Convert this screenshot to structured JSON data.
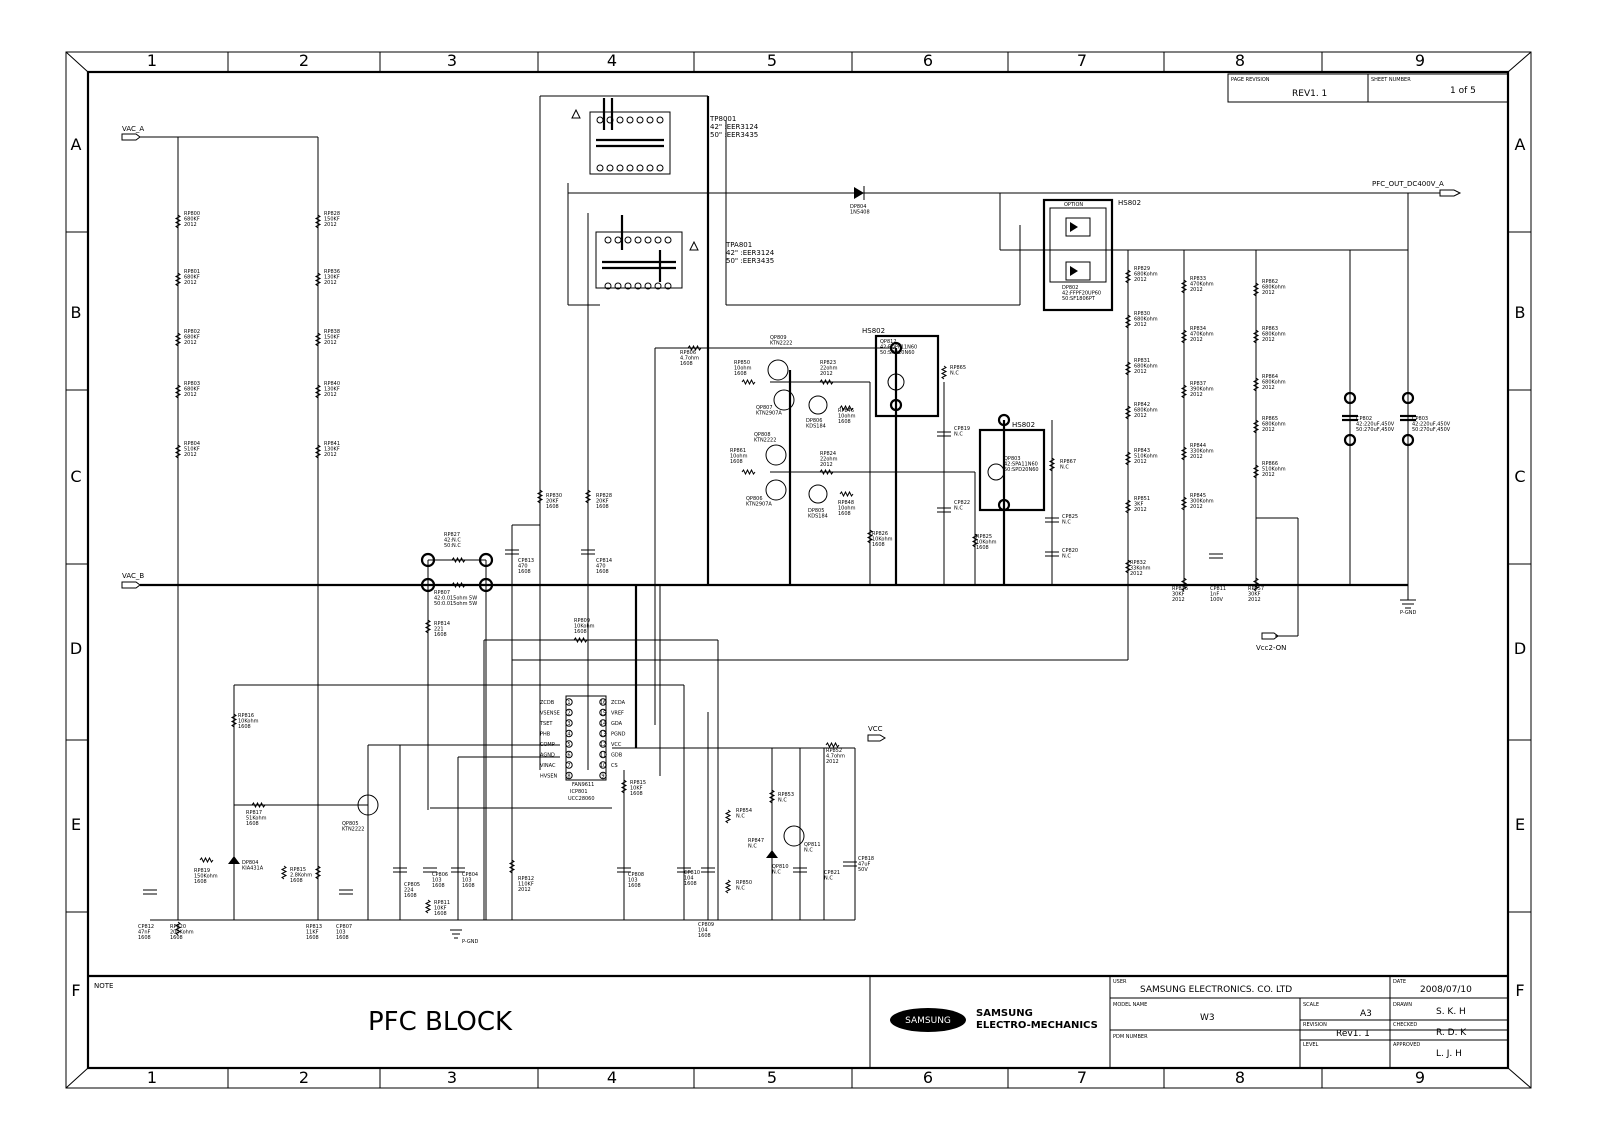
{
  "zones": {
    "columns": [
      "1",
      "2",
      "3",
      "4",
      "5",
      "6",
      "7",
      "8",
      "9"
    ],
    "rows": [
      "A",
      "B",
      "C",
      "D",
      "E",
      "F"
    ]
  },
  "title_block_top": {
    "page_revision_label": "PAGE REVISION",
    "page_revision_value": "REV1. 1",
    "sheet_number_label": "SHEET NUMBER",
    "sheet_number_value": "1 of 5"
  },
  "title_block": {
    "note_label": "NOTE",
    "block_title": "PFC BLOCK",
    "logo_text": "SAMSUNG",
    "company_line1": "SAMSUNG",
    "company_line2": "ELECTRO-MECHANICS",
    "user_label": "USER",
    "user_value": "SAMSUNG ELECTRONICS. CO. LTD",
    "date_label": "DATE",
    "date_value": "2008/07/10",
    "model_label": "MODEL NAME",
    "model_value": "W3",
    "scale_label": "SCALE",
    "scale_value": "A3",
    "drawn_label": "DRAWN",
    "drawn_value": "S. K. H",
    "revision_label": "REVISION",
    "revision_value": "Rev1. 1",
    "checked_label": "CHECKED",
    "checked_value": "R. D. K",
    "pdm_label": "PDM NUMBER",
    "level_label": "LEVEL",
    "approved_label": "APPROVED",
    "approved_value": "L. J. H"
  },
  "nets": {
    "vac_a": "VAC_A",
    "vac_b": "VAC_B",
    "pfc_out": "PFC_OUT_DC400V_A",
    "vcc": "VCC",
    "vcc2_on": "Vcc2-ON",
    "p_gnd": "P-GND"
  },
  "transformers": {
    "tp8001_name": "TP8001",
    "tp8001_v1": "42\" :EER3124",
    "tp8001_v2": "50\" :EER3435",
    "tpa801_name": "TPA801",
    "tpa801_v1": "42\" :EER3124",
    "tpa801_v2": "50\" :EER3435"
  },
  "heatsinks": {
    "hs802_top": "HS802",
    "hs802_mid": "HS802",
    "hs802_low": "HS802",
    "option": "OPTION"
  },
  "ic": {
    "ref": "ICP801",
    "part": "UCC28060",
    "name": "FAN9611",
    "left_pins": [
      "ZCDB",
      "VSENSE",
      "TSET",
      "PHB",
      "COMP",
      "AGND",
      "VINAC",
      "HVSEN"
    ],
    "left_nums": [
      "1",
      "2",
      "3",
      "4",
      "5",
      "6",
      "7",
      "8"
    ],
    "right_pins": [
      "ZCDA",
      "VREF",
      "GDA",
      "PGND",
      "VCC",
      "GDB",
      "CS",
      ""
    ],
    "right_nums": [
      "16",
      "15",
      "14",
      "13",
      "12",
      "11",
      "10",
      "9"
    ]
  },
  "column_resistors": {
    "col1": [
      {
        "ref": "RP800",
        "val": "680KF",
        "pkg": "2012"
      },
      {
        "ref": "RP801",
        "val": "680KF",
        "pkg": "2012"
      },
      {
        "ref": "RP802",
        "val": "680KF",
        "pkg": "2012"
      },
      {
        "ref": "RP803",
        "val": "680KF",
        "pkg": "2012"
      },
      {
        "ref": "RP804",
        "val": "510KF",
        "pkg": "2012"
      }
    ],
    "col2": [
      {
        "ref": "RP828",
        "val": "150KF",
        "pkg": "2012"
      },
      {
        "ref": "RP836",
        "val": "130KF",
        "pkg": "2012"
      },
      {
        "ref": "RP838",
        "val": "150KF",
        "pkg": "2012"
      },
      {
        "ref": "RP840",
        "val": "130KF",
        "pkg": "2012"
      },
      {
        "ref": "RP841",
        "val": "130KF",
        "pkg": "2012"
      }
    ],
    "col8a": [
      {
        "ref": "RP829",
        "val": "680Kohm",
        "pkg": "2012"
      },
      {
        "ref": "RP830",
        "val": "680Kohm",
        "pkg": "2012"
      },
      {
        "ref": "RP831",
        "val": "680Kohm",
        "pkg": "2012"
      },
      {
        "ref": "RP842",
        "val": "680Kohm",
        "pkg": "2012"
      },
      {
        "ref": "RP843",
        "val": "510Kohm",
        "pkg": "2012"
      },
      {
        "ref": "RP851",
        "val": "3KF",
        "pkg": "2012"
      }
    ],
    "col8b": [
      {
        "ref": "RP833",
        "val": "470Kohm",
        "pkg": "2012"
      },
      {
        "ref": "RP834",
        "val": "470Kohm",
        "pkg": "2012"
      },
      {
        "ref": "RP837",
        "val": "390Kohm",
        "pkg": "2012"
      },
      {
        "ref": "RP844",
        "val": "330Kohm",
        "pkg": "2012"
      },
      {
        "ref": "RP845",
        "val": "300Kohm",
        "pkg": "2012"
      }
    ],
    "col8c": [
      {
        "ref": "RP862",
        "val": "680Kohm",
        "pkg": "2012"
      },
      {
        "ref": "RP863",
        "val": "680Kohm",
        "pkg": "2012"
      },
      {
        "ref": "RP864",
        "val": "680Kohm",
        "pkg": "2012"
      },
      {
        "ref": "RP865",
        "val": "680Kohm",
        "pkg": "2012"
      },
      {
        "ref": "RP866",
        "val": "510Kohm",
        "pkg": "2012"
      }
    ]
  },
  "labels": [
    {
      "id": "dp804",
      "lines": [
        "DP804",
        "1N5408"
      ]
    },
    {
      "id": "dp802",
      "lines": [
        "DP802",
        "42:FFPF20UP60",
        "50:SF1806PT"
      ]
    },
    {
      "id": "qp812",
      "lines": [
        "QP812",
        "42:FQPF11N60",
        "50:SPD20N60"
      ]
    },
    {
      "id": "qp803",
      "lines": [
        "QP803",
        "42:SPA11N60",
        "50:SPD20N60"
      ]
    },
    {
      "id": "rp865",
      "lines": [
        "RP865",
        "N.C"
      ]
    },
    {
      "id": "rp867",
      "lines": [
        "RP867",
        "N.C"
      ]
    },
    {
      "id": "qp809",
      "lines": [
        "QP809",
        "KTN2222"
      ]
    },
    {
      "id": "qp807",
      "lines": [
        "QP807",
        "KTN2907A"
      ]
    },
    {
      "id": "qp808",
      "lines": [
        "QP808",
        "KTN2222"
      ]
    },
    {
      "id": "qp806",
      "lines": [
        "QP806",
        "KTN2907A"
      ]
    },
    {
      "id": "rp806",
      "lines": [
        "RP806",
        "4.7ohm",
        "1608"
      ]
    },
    {
      "id": "rp850",
      "lines": [
        "RP850",
        "10ohm",
        "1608"
      ]
    },
    {
      "id": "rp823",
      "lines": [
        "RP823",
        "22ohm",
        "2012"
      ]
    },
    {
      "id": "dp806",
      "lines": [
        "DP806",
        "KDS184"
      ]
    },
    {
      "id": "rp846",
      "lines": [
        "RP846",
        "10ohm",
        "1608"
      ]
    },
    {
      "id": "rp861",
      "lines": [
        "RP861",
        "10ohm",
        "1608"
      ]
    },
    {
      "id": "rp824",
      "lines": [
        "RP824",
        "22ohm",
        "2012"
      ]
    },
    {
      "id": "dp805",
      "lines": [
        "DP805",
        "KDS184"
      ]
    },
    {
      "id": "rp848",
      "lines": [
        "RP848",
        "10ohm",
        "1608"
      ]
    },
    {
      "id": "cp819",
      "lines": [
        "CP819",
        "N.C"
      ]
    },
    {
      "id": "cp822",
      "lines": [
        "CP822",
        "N.C"
      ]
    },
    {
      "id": "rp826",
      "lines": [
        "RP826",
        "10Kohm",
        "1608"
      ]
    },
    {
      "id": "rp825",
      "lines": [
        "RP825",
        "10Kohm",
        "1608"
      ]
    },
    {
      "id": "cp825",
      "lines": [
        "CP825",
        "N.C"
      ]
    },
    {
      "id": "cp820",
      "lines": [
        "CP820",
        "N.C"
      ]
    },
    {
      "id": "rp832",
      "lines": [
        "RP832",
        "33Kohm",
        "2012"
      ]
    },
    {
      "id": "rp836",
      "lines": [
        "RP836",
        "30KF",
        "2012"
      ]
    },
    {
      "id": "cp811",
      "lines": [
        "CP811",
        "1nF",
        "100V"
      ]
    },
    {
      "id": "rp857",
      "lines": [
        "RP857",
        "30KF",
        "2012"
      ]
    },
    {
      "id": "cp802",
      "lines": [
        "CP802",
        "42:220uF,450V",
        "50:270uF,450V"
      ]
    },
    {
      "id": "cp803",
      "lines": [
        "CP803",
        "42:220uF,450V",
        "50:270uF,450V"
      ]
    },
    {
      "id": "rp830b",
      "lines": [
        "RP830",
        "20KF",
        "1608"
      ]
    },
    {
      "id": "rp828b",
      "lines": [
        "RP828",
        "20KF",
        "1608"
      ]
    },
    {
      "id": "cp813",
      "lines": [
        "CP813",
        "470",
        "1608"
      ]
    },
    {
      "id": "cp814",
      "lines": [
        "CP814",
        "470",
        "1608"
      ]
    },
    {
      "id": "rp827",
      "lines": [
        "RP827",
        "42:N.C",
        "50:N.C"
      ]
    },
    {
      "id": "rp807",
      "lines": [
        "RP807",
        "42:0.015ohm 5W",
        "50:0.015ohm 5W"
      ]
    },
    {
      "id": "rp814",
      "lines": [
        "RP814",
        "221",
        "1608"
      ]
    },
    {
      "id": "rp809",
      "lines": [
        "RP809",
        "10Kohm",
        "1608"
      ]
    },
    {
      "id": "rp816",
      "lines": [
        "RP816",
        "10Kohm",
        "1608"
      ]
    },
    {
      "id": "rp817",
      "lines": [
        "RP817",
        "51Kohm",
        "1608"
      ]
    },
    {
      "id": "qp805",
      "lines": [
        "QP805",
        "KTN2222"
      ]
    },
    {
      "id": "rp819",
      "lines": [
        "RP819",
        "150Kohm",
        "1608"
      ]
    },
    {
      "id": "dp804b",
      "lines": [
        "DP804",
        "KIA431A"
      ]
    },
    {
      "id": "rp815",
      "lines": [
        "RP815",
        "2.8Kohm",
        "1608"
      ]
    },
    {
      "id": "cp805",
      "lines": [
        "CP805",
        "224",
        "1608"
      ]
    },
    {
      "id": "cp806",
      "lines": [
        "CP806",
        "103",
        "1608"
      ]
    },
    {
      "id": "cp804",
      "lines": [
        "CP804",
        "103",
        "1608"
      ]
    },
    {
      "id": "rp811",
      "lines": [
        "RP811",
        "10KF",
        "1608"
      ]
    },
    {
      "id": "rp812",
      "lines": [
        "RP812",
        "110KF",
        "2012"
      ]
    },
    {
      "id": "rp815b",
      "lines": [
        "RP815",
        "10KF",
        "1608"
      ]
    },
    {
      "id": "cp808",
      "lines": [
        "CP808",
        "103",
        "1608"
      ]
    },
    {
      "id": "cp810",
      "lines": [
        "CP810",
        "104",
        "1608"
      ]
    },
    {
      "id": "cp809",
      "lines": [
        "CP809",
        "104",
        "1608"
      ]
    },
    {
      "id": "rp854",
      "lines": [
        "RP854",
        "N.C"
      ]
    },
    {
      "id": "rp853",
      "lines": [
        "RP853",
        "N.C"
      ]
    },
    {
      "id": "rp847",
      "lines": [
        "RP847",
        "N.C"
      ]
    },
    {
      "id": "qp810",
      "lines": [
        "QP810",
        "N.C"
      ]
    },
    {
      "id": "qp811",
      "lines": [
        "QP811",
        "N.C"
      ]
    },
    {
      "id": "rp850b",
      "lines": [
        "RP850",
        "N.C"
      ]
    },
    {
      "id": "cp821",
      "lines": [
        "CP821",
        "N.C"
      ]
    },
    {
      "id": "cp818",
      "lines": [
        "CP818",
        "47uF",
        "50V"
      ]
    },
    {
      "id": "rp852",
      "lines": [
        "RP852",
        "4.7ohm",
        "2012"
      ]
    },
    {
      "id": "cp812",
      "lines": [
        "CP812",
        "47nF",
        "1608"
      ]
    },
    {
      "id": "rp820",
      "lines": [
        "RP820",
        "200Kohm",
        "1608"
      ]
    },
    {
      "id": "rp813",
      "lines": [
        "RP813",
        "11KF",
        "1608"
      ]
    },
    {
      "id": "cp807",
      "lines": [
        "CP807",
        "103",
        "1608"
      ]
    }
  ]
}
